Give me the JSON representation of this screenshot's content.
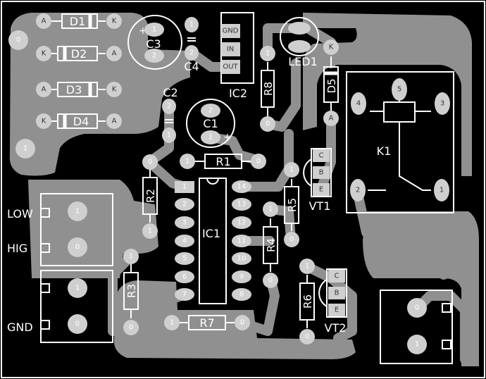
{
  "colors": {
    "board": "#000000",
    "copper": "#909090",
    "pad": "#cfcfcf",
    "silk": "#ffffff"
  },
  "designators": {
    "d1": "D1",
    "d2": "D2",
    "d3": "D3",
    "d4": "D4",
    "d5": "D5",
    "c1": "C1",
    "c2": "C2",
    "c3": "C3",
    "c4": "C4",
    "r1": "R1",
    "r2": "R2",
    "r3": "R3",
    "r4": "R4",
    "r5": "R5",
    "r6": "R6",
    "r7": "R7",
    "r8": "R8",
    "ic1": "IC1",
    "ic2": "IC2",
    "led1": "LED1",
    "vt1": "VT1",
    "vt2": "VT2",
    "k1": "K1"
  },
  "connector_labels": {
    "low": "LOW",
    "hig": "HIG",
    "gnd": "GND"
  },
  "ic2_pins": {
    "gnd": "GND",
    "in": "IN",
    "out": "OUT"
  },
  "transistor_pins": {
    "c": "C",
    "b": "B",
    "e": "E"
  },
  "diode_pins": {
    "a": "A",
    "k": "K"
  },
  "pin_numbers": {
    "n0": "0",
    "n1": "1",
    "n2": "2",
    "n3": "3",
    "n4": "4",
    "n5": "5",
    "n6": "6",
    "n7": "7",
    "n8": "8",
    "n9": "9",
    "n10": "10",
    "n11": "11",
    "n12": "12",
    "n13": "13",
    "n14": "14"
  },
  "polarity": {
    "plus": "+"
  }
}
